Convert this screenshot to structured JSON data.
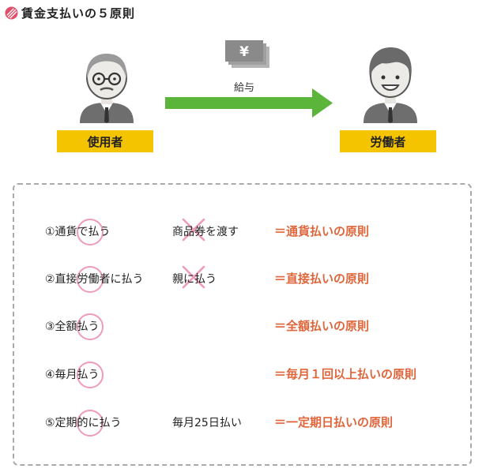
{
  "header": {
    "title": "賃金支払いの５原則"
  },
  "diagram": {
    "employer_label": "使用者",
    "worker_label": "労働者",
    "wage_label": "給与",
    "yen_symbol": "¥"
  },
  "colors": {
    "label_background": "#f5c400",
    "arrow": "#5ab53a",
    "principle_text": "#e0653a",
    "mark_pink": "#ef9cb6",
    "money_dark": "#8a8a8a"
  },
  "rows": [
    {
      "method": "①通貨で払う",
      "example": "商品券を渡す",
      "example_mark": "cross",
      "principle": "＝通貨払いの原則"
    },
    {
      "method": "②直接労働者に払う",
      "example": "親に払う",
      "example_mark": "cross",
      "principle": "＝直接払いの原則"
    },
    {
      "method": "③全額払う",
      "example": "",
      "example_mark": "none",
      "principle": "＝全額払いの原則"
    },
    {
      "method": "④毎月払う",
      "example": "",
      "example_mark": "none",
      "principle": "＝毎月１回以上払いの原則"
    },
    {
      "method": "⑤定期的に払う",
      "example": "毎月25日払い",
      "example_mark": "none",
      "principle": "＝一定期日払いの原則"
    }
  ]
}
